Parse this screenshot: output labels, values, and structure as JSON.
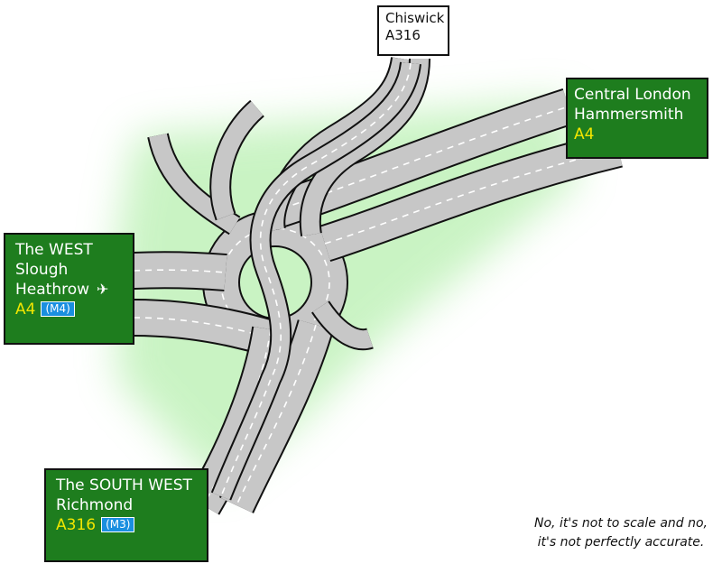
{
  "signs": {
    "chiswick": {
      "line1": "Chiswick",
      "line2": "A316"
    },
    "central": {
      "line1": "Central London",
      "line2": "Hammersmith",
      "route": "A4"
    },
    "west": {
      "line1": "The WEST",
      "line2": "Slough",
      "line3": "Heathrow",
      "route": "A4",
      "motorway": "(M4)",
      "icon": "airplane-icon"
    },
    "southwest": {
      "line1": "The SOUTH WEST",
      "line2": "Richmond",
      "route": "A316",
      "motorway": "(M3)"
    }
  },
  "note": {
    "line1": "No, it's not to scale and no,",
    "line2": "it's not perfectly accurate."
  },
  "colors": {
    "sign_green": "#1e7d1e",
    "route_yellow": "#f2e600",
    "motorway_blue": "#1a8fe0",
    "road_grey": "#c7c7c7",
    "glow_green": "#b8f0b0"
  }
}
